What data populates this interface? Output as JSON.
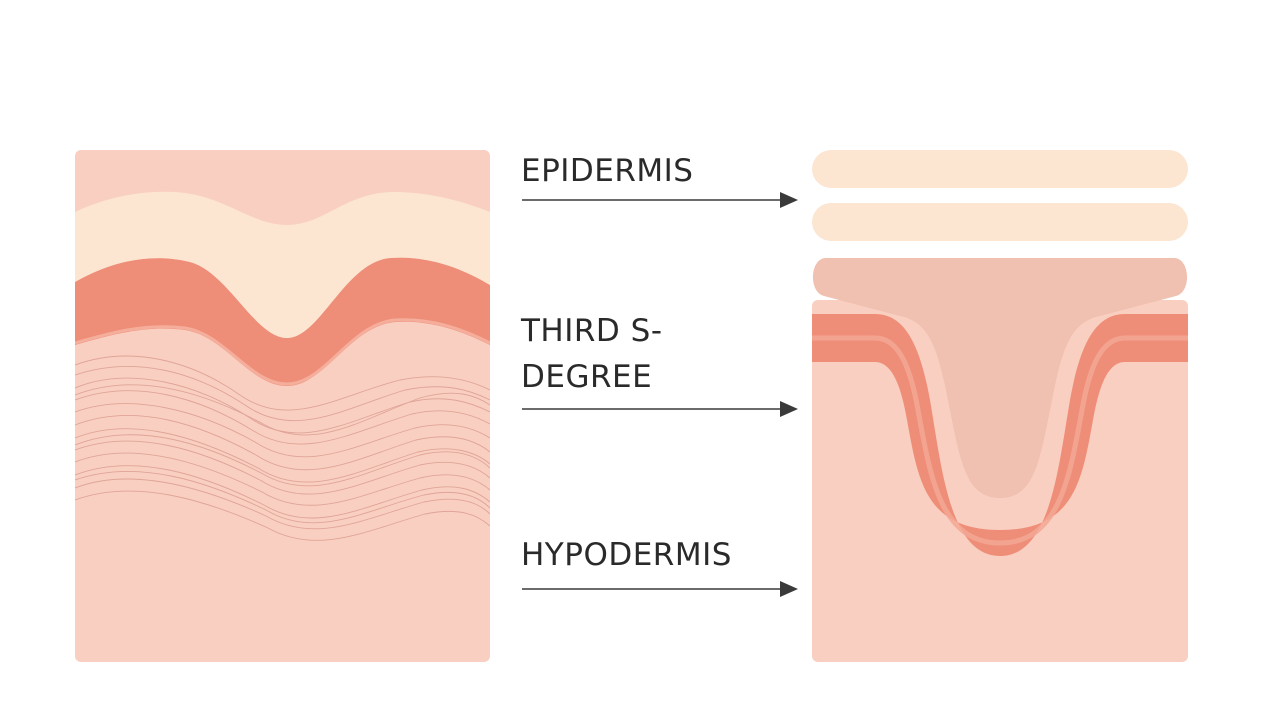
{
  "labels": {
    "epidermis": "EPIDERMIS",
    "third_line1": "THIRD S-",
    "third_line2": "DEGREE",
    "hypodermis": "HYPODERMIS"
  },
  "colors": {
    "epidermis_cream": "#FCE6D2",
    "dermis_salmon": "#EF8E78",
    "dermis_mid": "#F3A894",
    "tissue_pink": "#F9CFC1",
    "wound_fill": "#F0C0B0",
    "fiber_line": "#D99A8E",
    "arrow": "#3a3a3a",
    "background": "#FFFFFF"
  }
}
